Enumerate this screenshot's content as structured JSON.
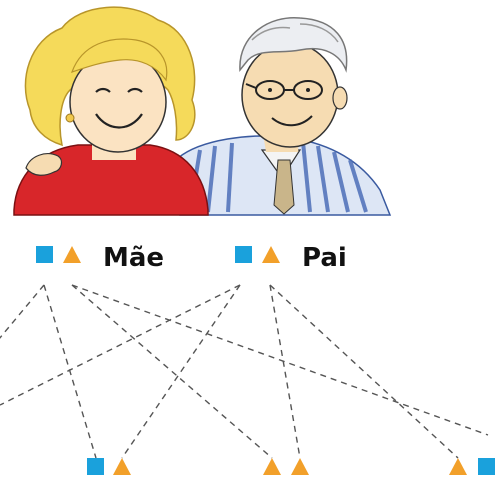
{
  "parents": [
    {
      "id": "mae",
      "label": "Mãe",
      "markers": [
        "blue-square",
        "orange-triangle"
      ],
      "hair_color": "#f5da5a",
      "clothing_color": "#d8262a",
      "skin_color": "#fbe3c2"
    },
    {
      "id": "pai",
      "label": "Pai",
      "markers": [
        "blue-square",
        "orange-triangle"
      ],
      "hair_color": "#eceef2",
      "clothing_color": "#4d6fb8",
      "skin_color": "#f6dcb2"
    }
  ],
  "offspring": [
    {
      "markers": [
        "blue-square",
        "orange-triangle"
      ]
    },
    {
      "markers": [
        "orange-triangle",
        "orange-triangle"
      ]
    },
    {
      "markers": [
        "orange-triangle",
        "blue-square"
      ]
    }
  ],
  "colors": {
    "square": "#1aa1dc",
    "triangle": "#f2a02a",
    "connector": "#555555"
  }
}
